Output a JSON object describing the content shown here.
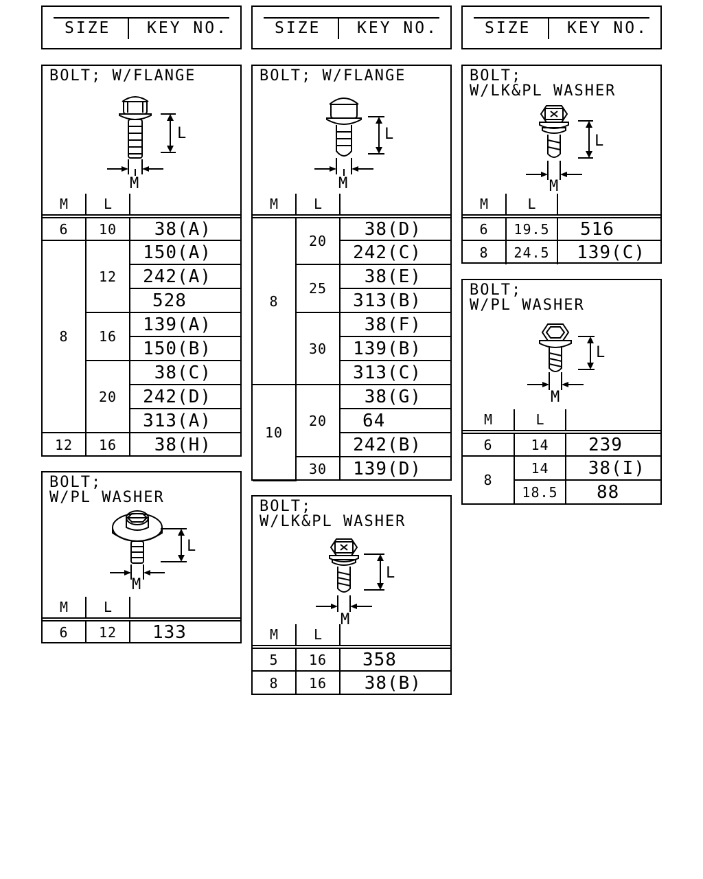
{
  "header": {
    "size": "SIZE",
    "key_no": "KEY NO."
  },
  "col": {
    "m": "M",
    "l": "L"
  },
  "dims": {
    "l": "L",
    "m": "M"
  },
  "panels": [
    {
      "title": "BOLT; W/FLANGE",
      "rows": [
        {
          "m": "6",
          "l": "10",
          "k": "38(A)"
        },
        {
          "m": "8",
          "l": "12",
          "k": "150(A)"
        },
        {
          "k": "242(A)"
        },
        {
          "k": "528"
        },
        {
          "l": "16",
          "k": "139(A)"
        },
        {
          "k": "150(B)"
        },
        {
          "l": "20",
          "k": "38(C)"
        },
        {
          "k": "242(D)"
        },
        {
          "k": "313(A)"
        },
        {
          "m": "12",
          "l": "16",
          "k": "38(H)"
        }
      ]
    },
    {
      "title": "BOLT;\nW/PL WASHER",
      "rows": [
        {
          "m": "6",
          "l": "12",
          "k": "133"
        }
      ]
    },
    {
      "title": "BOLT; W/FLANGE",
      "rows": [
        {
          "m": "8",
          "l": "20",
          "k": "38(D)"
        },
        {
          "k": "242(C)"
        },
        {
          "l": "25",
          "k": "38(E)"
        },
        {
          "k": "313(B)"
        },
        {
          "l": "30",
          "k": "38(F)"
        },
        {
          "k": "139(B)"
        },
        {
          "k": "313(C)"
        },
        {
          "m": "10",
          "l": "20",
          "k": "38(G)"
        },
        {
          "k": "64"
        },
        {
          "k": "242(B)"
        },
        {
          "l": "30",
          "k": "139(D)"
        }
      ]
    },
    {
      "title": "BOLT;\nW/LK&PL WASHER",
      "rows": [
        {
          "m": "5",
          "l": "16",
          "k": "358"
        },
        {
          "m": "8",
          "l": "16",
          "k": "38(B)"
        }
      ]
    },
    {
      "title": "BOLT;\nW/LK&PL WASHER",
      "rows": [
        {
          "m": "6",
          "l": "19.5",
          "k": "516"
        },
        {
          "m": "8",
          "l": "24.5",
          "k": "139(C)"
        }
      ]
    },
    {
      "title": "BOLT;\nW/PL WASHER",
      "rows": [
        {
          "m": "6",
          "l": "14",
          "k": "239"
        },
        {
          "m": "8",
          "l": "14",
          "k": "38(I)"
        },
        {
          "l": "18.5",
          "k": "88"
        }
      ]
    }
  ]
}
